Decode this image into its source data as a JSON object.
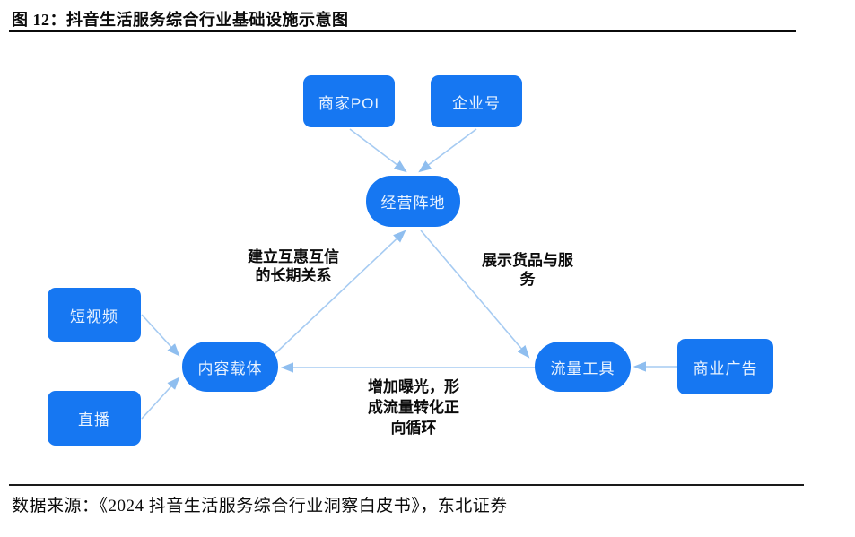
{
  "header": {
    "title": "图 12：抖音生活服务综合行业基础设施示意图"
  },
  "nodes": {
    "merchant_poi": {
      "label": "商家POI"
    },
    "enterprise_account": {
      "label": "企业号"
    },
    "operating_base": {
      "label": "经营阵地"
    },
    "short_video": {
      "label": "短视频"
    },
    "live_stream": {
      "label": "直播"
    },
    "content_carrier": {
      "label": "内容载体"
    },
    "traffic_tools": {
      "label": "流量工具"
    },
    "commercial_ads": {
      "label": "商业广告"
    }
  },
  "annotations": {
    "trust": "建立互惠互信\n的长期关系",
    "display": "展示货品与服\n务",
    "exposure": "增加曝光，形\n成流量转化正\n向循环"
  },
  "footer": {
    "source": "数据来源：《2024 抖音生活服务综合行业洞察白皮书》，东北证券"
  },
  "colors": {
    "node_fill": "#1677F2",
    "node_text": "#E9F3FF",
    "arrow": "#A6CBF2",
    "arrow_head": "#8FBEEF",
    "ink": "#0B0B0B",
    "rule": "#1A1A1A"
  }
}
